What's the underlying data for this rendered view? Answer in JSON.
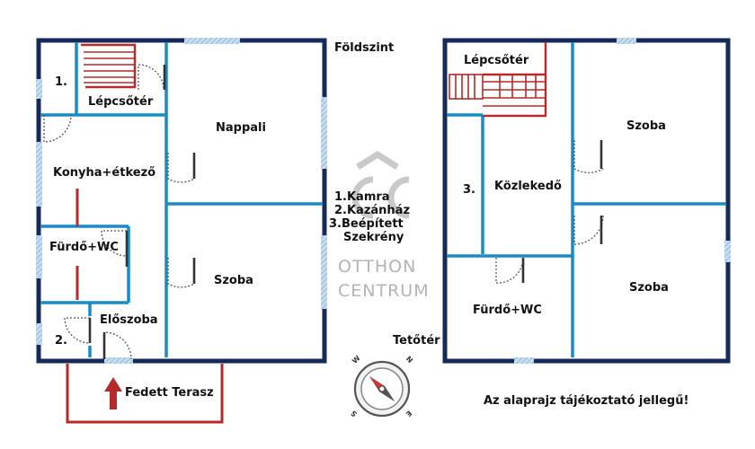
{
  "ground_floor": {
    "title": "Földszint",
    "rooms": {
      "kamra": "1.",
      "lepcsoter": "Lépcsőtér",
      "nappali": "Nappali",
      "konyha": "Konyha+étkező",
      "furdo": "Fürdő+WC",
      "szoba": "Szoba",
      "eloszoba": "Előszoba",
      "kazanhaz": "2."
    },
    "terrace": "Fedett Terasz"
  },
  "attic": {
    "title": "Tetőtér",
    "rooms": {
      "lepcsoter": "Lépcsőtér",
      "szoba_top": "Szoba",
      "beepitett": "3.",
      "kozlekedo": "Közlekedő",
      "furdo": "Fürdő+WC",
      "szoba_bottom": "Szoba"
    }
  },
  "legend": {
    "item1": "1.Kamra",
    "item2": "2.Kazánház",
    "item3a": "3.Beépített",
    "item3b": "Szekrény"
  },
  "watermark": {
    "line1": "OTTHON",
    "line2": "CENTRUM"
  },
  "compass": {
    "n": "N",
    "e": "E",
    "s": "S",
    "w": "W"
  },
  "disclaimer": "Az alaprajz tájékoztató jellegű!",
  "colors": {
    "outer_wall": "#162a59",
    "inner_wall": "#1a8bc4",
    "stair": "#b52a2a",
    "window": "#9ec6e6",
    "watermark": "#a8a8a8"
  }
}
